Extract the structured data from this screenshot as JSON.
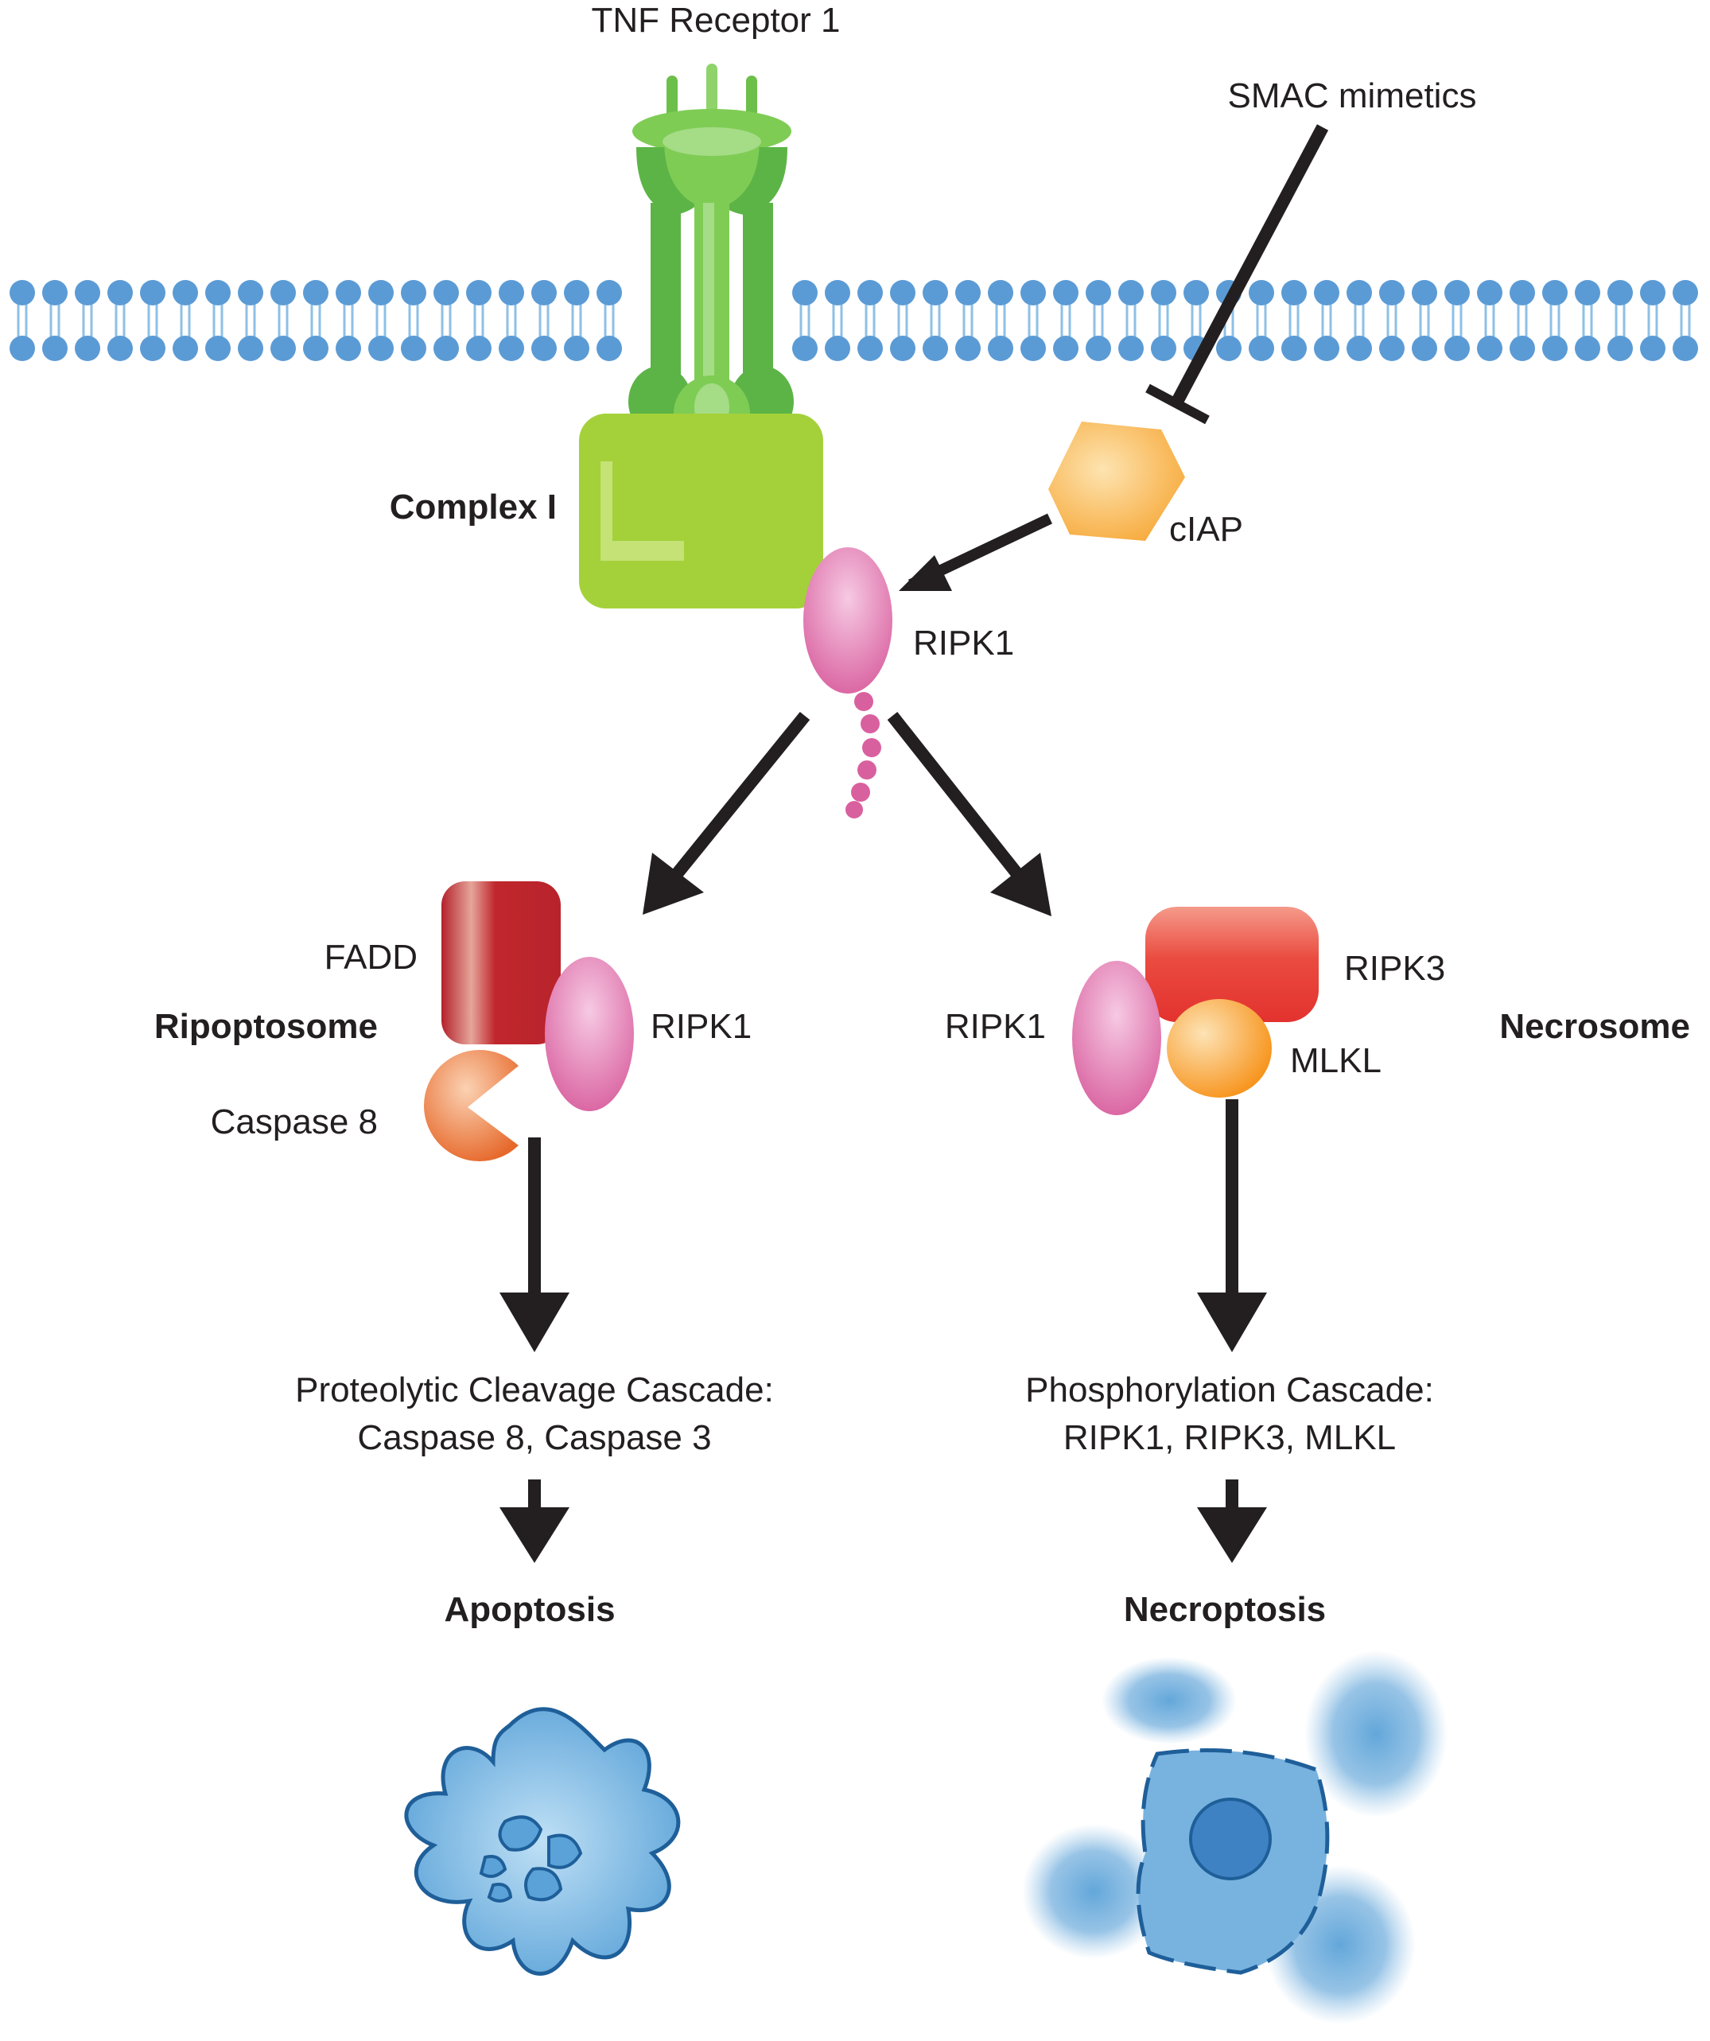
{
  "labels": {
    "tnf_receptor": "TNF Receptor 1",
    "smac_mimetics": "SMAC mimetics",
    "complex_i": "Complex I",
    "ciap": "cIAP",
    "ripk1_top": "RIPK1",
    "fadd": "FADD",
    "ripoptosome": "Ripoptosome",
    "ripk1_left": "RIPK1",
    "caspase8": "Caspase 8",
    "ripk1_right": "RIPK1",
    "ripk3": "RIPK3",
    "mlkl": "MLKL",
    "necrosome": "Necrosome",
    "proteolytic_line1": "Proteolytic Cleavage Cascade:",
    "proteolytic_line2": "Caspase 8, Caspase 3",
    "phospho_line1": "Phosphorylation Cascade:",
    "phospho_line2": "RIPK1, RIPK3, MLKL",
    "apoptosis": "Apoptosis",
    "necroptosis": "Necroptosis"
  },
  "colors": {
    "membrane": "#5b9bd5",
    "receptor": "#5cb446",
    "complex_i": "#a4d13a",
    "ciap": "#f9b24a",
    "ripk1": "#e07fb8",
    "fadd": "#c0272d",
    "caspase8": "#e96f25",
    "ripk3": "#e8393a",
    "mlkl": "#f7941d",
    "arrow": "#231f20",
    "cell": "#5aa2d8"
  }
}
